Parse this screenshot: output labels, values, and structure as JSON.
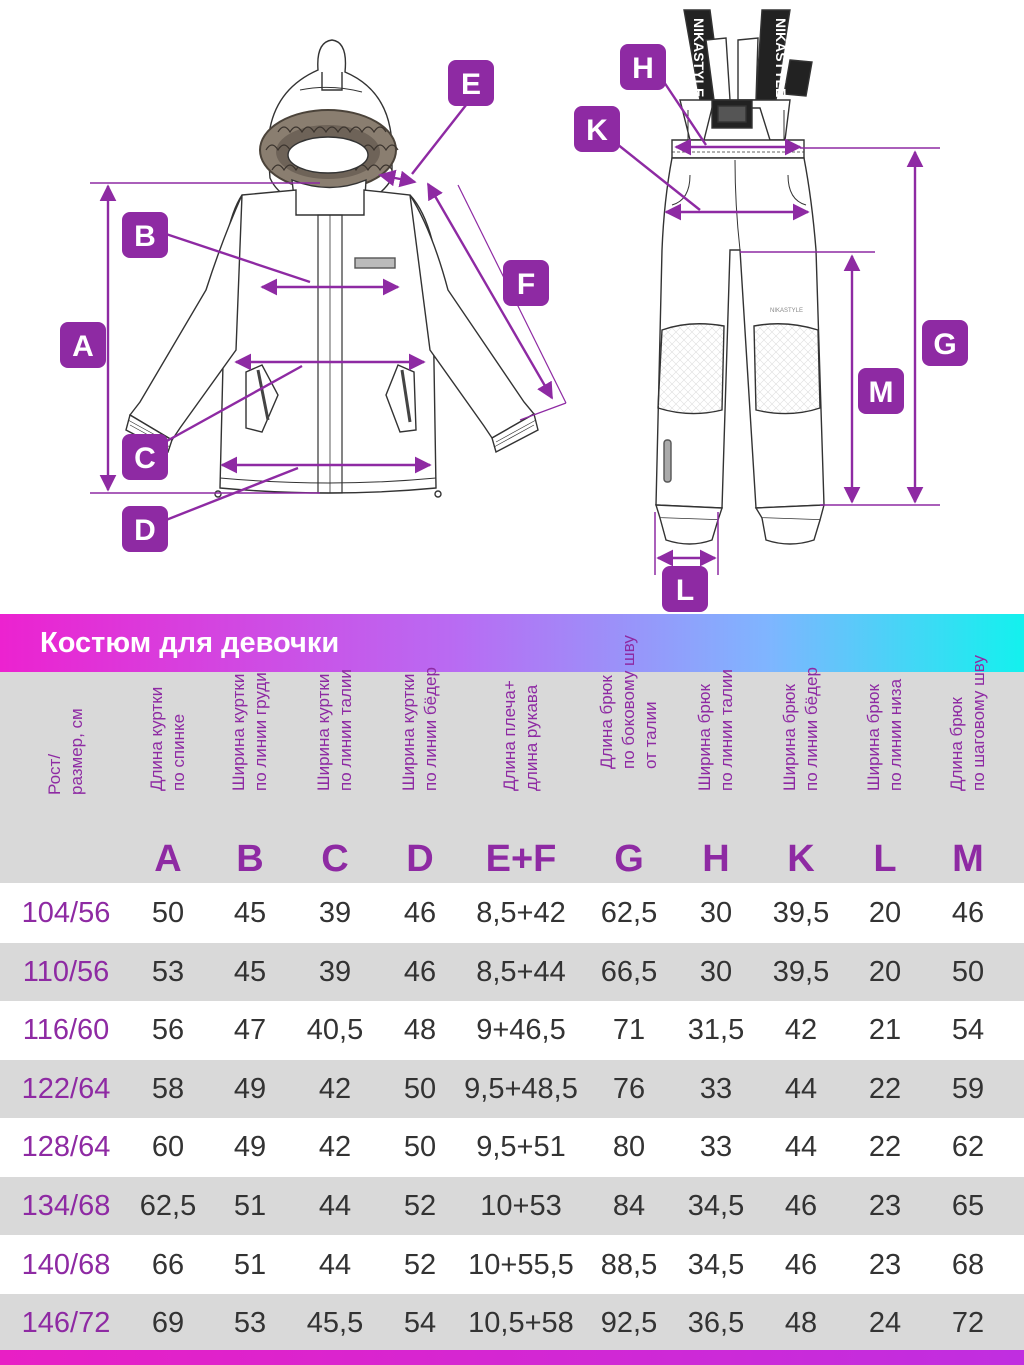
{
  "diagram": {
    "labels": [
      "A",
      "B",
      "C",
      "D",
      "E",
      "F",
      "G",
      "H",
      "K",
      "L",
      "M"
    ],
    "strap_text_left": "NIKASTYLE",
    "strap_text_right": "NIKASTYLE",
    "pants_small_label": "NIKASTYLE",
    "accent_color": "#8e2aa3"
  },
  "table": {
    "title": "Костюм для девочки",
    "columns": [
      {
        "desc": "Рост/\nразмер, см",
        "letter": ""
      },
      {
        "desc": "Длина куртки\nпо спинке",
        "letter": "A"
      },
      {
        "desc": "Ширина куртки\nпо линии груди",
        "letter": "B"
      },
      {
        "desc": "Ширина куртки\nпо линии талии",
        "letter": "C"
      },
      {
        "desc": "Ширина куртки\nпо линии бёдер",
        "letter": "D"
      },
      {
        "desc": "Длина плеча+\nдлина рукава",
        "letter": "E+F"
      },
      {
        "desc": "Длина брюк\nпо боковому шву\nот талии",
        "letter": "G"
      },
      {
        "desc": "Ширина брюк\nпо линии талии",
        "letter": "H"
      },
      {
        "desc": "Ширина брюк\nпо линии бёдер",
        "letter": "K"
      },
      {
        "desc": "Ширина брюк\nпо линии низа",
        "letter": "L"
      },
      {
        "desc": "Длина брюк\nпо шаговому шву",
        "letter": "M"
      }
    ],
    "rows": [
      [
        "104/56",
        "50",
        "45",
        "39",
        "46",
        "8,5+42",
        "62,5",
        "30",
        "39,5",
        "20",
        "46"
      ],
      [
        "110/56",
        "53",
        "45",
        "39",
        "46",
        "8,5+44",
        "66,5",
        "30",
        "39,5",
        "20",
        "50"
      ],
      [
        "116/60",
        "56",
        "47",
        "40,5",
        "48",
        "9+46,5",
        "71",
        "31,5",
        "42",
        "21",
        "54"
      ],
      [
        "122/64",
        "58",
        "49",
        "42",
        "50",
        "9,5+48,5",
        "76",
        "33",
        "44",
        "22",
        "59"
      ],
      [
        "128/64",
        "60",
        "49",
        "42",
        "50",
        "9,5+51",
        "80",
        "33",
        "44",
        "22",
        "62"
      ],
      [
        "134/68",
        "62,5",
        "51",
        "44",
        "52",
        "10+53",
        "84",
        "34,5",
        "46",
        "23",
        "65"
      ],
      [
        "140/68",
        "66",
        "51",
        "44",
        "52",
        "10+55,5",
        "88,5",
        "34,5",
        "46",
        "23",
        "68"
      ],
      [
        "146/72",
        "69",
        "53",
        "45,5",
        "54",
        "10,5+58",
        "92,5",
        "36,5",
        "48",
        "24",
        "72"
      ]
    ]
  }
}
